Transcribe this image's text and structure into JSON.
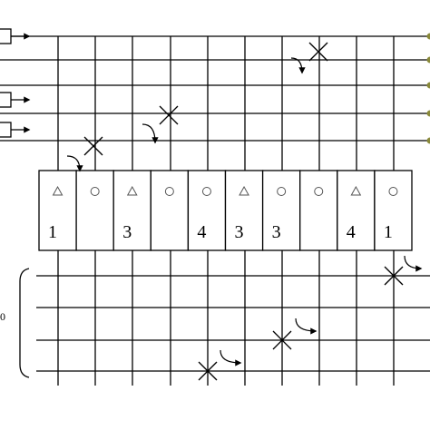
{
  "colors": {
    "line": "#000000",
    "symbol": "#555555",
    "dot": "#8a8a3a",
    "background": "#ffffff"
  },
  "cells": [
    {
      "symbol": "triangle",
      "number": "1"
    },
    {
      "symbol": "circle",
      "number": ""
    },
    {
      "symbol": "triangle",
      "number": "3"
    },
    {
      "symbol": "circle",
      "number": ""
    },
    {
      "symbol": "circle",
      "number": "4"
    },
    {
      "symbol": "triangle",
      "number": "3"
    },
    {
      "symbol": "circle",
      "number": "3"
    },
    {
      "symbol": "circle",
      "number": ""
    },
    {
      "symbol": "triangle",
      "number": "4"
    },
    {
      "symbol": "circle",
      "number": "1"
    }
  ],
  "brace_label": "0",
  "icons": [
    "arrow-icon",
    "cross-icon",
    "curved-arrow-icon",
    "circle-icon",
    "triangle-icon",
    "brace-icon",
    "dot-icon"
  ]
}
